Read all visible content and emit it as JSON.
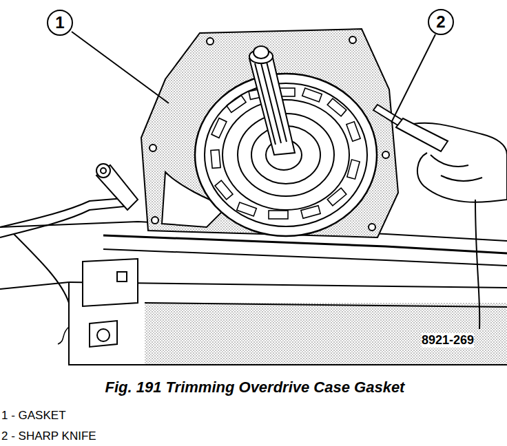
{
  "diagram": {
    "caption": "Fig. 191 Trimming Overdrive Case Gasket",
    "nodes": [
      {
        "text": [
          "1"
        ]
      },
      {
        "text": [
          "2"
        ]
      }
    ],
    "labels": [
      "8921-269",
      "1 - GASKET",
      "2 - SHARP KNIFE"
    ]
  }
}
